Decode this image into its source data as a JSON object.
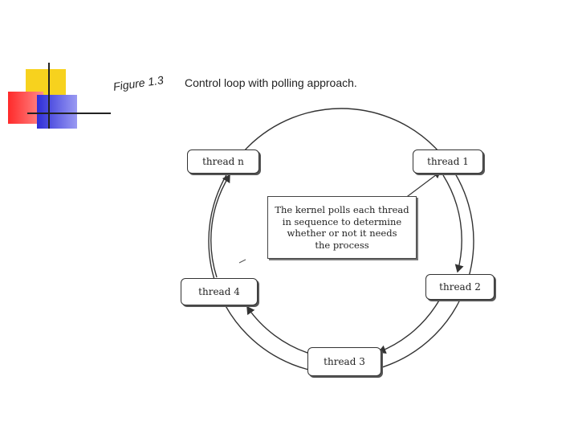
{
  "figure": {
    "label": "Figure 1.3",
    "title": "Control loop with polling approach."
  },
  "threads": [
    {
      "id": "n",
      "label": "thread n"
    },
    {
      "id": "1",
      "label": "thread 1"
    },
    {
      "id": "2",
      "label": "thread 2"
    },
    {
      "id": "3",
      "label": "thread 3"
    },
    {
      "id": "4",
      "label": "thread 4"
    }
  ],
  "center_text": [
    "The kernel polls each thread",
    "in sequence to determine",
    "whether or not it needs",
    "the process"
  ],
  "colors": {
    "deco_yellow": "#f7d21e",
    "deco_red": "#ff3b3b",
    "deco_blue": "#3a3adf",
    "line": "#333333"
  }
}
